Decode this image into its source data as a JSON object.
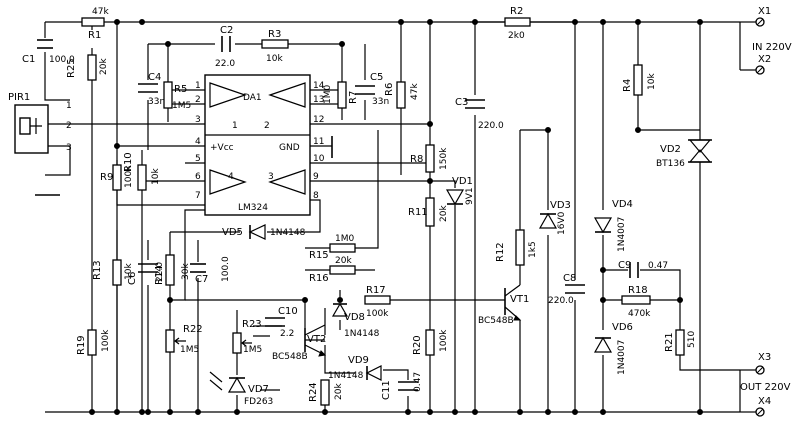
{
  "diagram": {
    "components": {
      "X1": {
        "ref": "X1"
      },
      "X2": {
        "ref": "X2"
      },
      "X3": {
        "ref": "X3"
      },
      "X4": {
        "ref": "X4"
      },
      "C1": {
        "ref": "C1",
        "value": "100.0"
      },
      "R1": {
        "ref": "R1",
        "value": "47k"
      },
      "R25": {
        "ref": "R25",
        "value": "20k"
      },
      "C2": {
        "ref": "C2",
        "value": "22.0"
      },
      "R3": {
        "ref": "R3",
        "value": "10k"
      },
      "C4": {
        "ref": "C4",
        "value": "33n"
      },
      "R5": {
        "ref": "R5",
        "value": "1M5"
      },
      "R7": {
        "ref": "R7",
        "value": "1M0"
      },
      "R6": {
        "ref": "R6",
        "value": "47k"
      },
      "C5": {
        "ref": "C5",
        "value": "33n"
      },
      "DA1": {
        "ref": "DA1",
        "type": "LM324",
        "vcc": "+Vcc",
        "gnd": "GND"
      },
      "PIR1": {
        "ref": "PIR1"
      },
      "R2": {
        "ref": "R2",
        "value": "2k0"
      },
      "C3": {
        "ref": "C3",
        "value": "220.0"
      },
      "R4": {
        "ref": "R4",
        "value": "10k"
      },
      "VD2": {
        "ref": "VD2",
        "value": "BT136"
      },
      "R8": {
        "ref": "R8",
        "value": "150k"
      },
      "R11": {
        "ref": "R11",
        "value": "20k"
      },
      "VD1": {
        "ref": "VD1",
        "value": "9V1"
      },
      "R9": {
        "ref": "R9",
        "value": "100k"
      },
      "R10": {
        "ref": "R10",
        "value": "10k"
      },
      "VD3": {
        "ref": "VD3",
        "value": "16V0"
      },
      "VD4": {
        "ref": "VD4",
        "value": "1N4007"
      },
      "R12": {
        "ref": "R12",
        "value": "1k5"
      },
      "VD5": {
        "ref": "VD5",
        "value": "1N4148"
      },
      "R15": {
        "ref": "R15",
        "value": "1M0"
      },
      "R16": {
        "ref": "R16",
        "value": "20k"
      },
      "R17": {
        "ref": "R17",
        "value": "100k"
      },
      "VT1": {
        "ref": "VT1",
        "value": "BC548B"
      },
      "C8": {
        "ref": "C8",
        "value": "220.0"
      },
      "C9": {
        "ref": "C9",
        "value": "0.47"
      },
      "R18": {
        "ref": "R18",
        "value": "470k"
      },
      "R13": {
        "ref": "R13",
        "value": "10k"
      },
      "C6": {
        "ref": "C6",
        "value": "22.0"
      },
      "R14": {
        "ref": "R14",
        "value": "30k"
      },
      "C7": {
        "ref": "C7",
        "value": "100.0"
      },
      "C10": {
        "ref": "C10",
        "value": "2.2"
      },
      "VD8": {
        "ref": "VD8",
        "value": "1N4148"
      },
      "VT2": {
        "ref": "VT2",
        "value": "BC548B"
      },
      "R20": {
        "ref": "R20",
        "value": "100k"
      },
      "VD6": {
        "ref": "VD6",
        "value": "1N4007"
      },
      "R21": {
        "ref": "R21",
        "value": "510"
      },
      "R19": {
        "ref": "R19",
        "value": "100k"
      },
      "R22": {
        "ref": "R22",
        "value": "1M5"
      },
      "R23": {
        "ref": "R23",
        "value": "1M5"
      },
      "VD9": {
        "ref": "VD9",
        "value": "1N4148"
      },
      "C11": {
        "ref": "C11",
        "value": "0.47"
      },
      "VD7": {
        "ref": "VD7",
        "value": "FD263"
      },
      "R24": {
        "ref": "R24",
        "value": "20k"
      }
    },
    "pins": {
      "p1": "1",
      "p2": "2",
      "p3": "3",
      "p4": "4",
      "p5": "5",
      "p6": "6",
      "p7": "7",
      "p8": "8",
      "p9": "9",
      "p10": "10",
      "p11": "11",
      "p12": "12",
      "p13": "13",
      "p14": "14"
    },
    "amp_labels": {
      "a1": "1",
      "a2": "2",
      "a3": "3",
      "a4": "4"
    },
    "pir_pins": {
      "p1": "1",
      "p2": "2",
      "p3": "3"
    },
    "terminals": {
      "in": "IN 220V",
      "out": "OUT 220V"
    }
  }
}
